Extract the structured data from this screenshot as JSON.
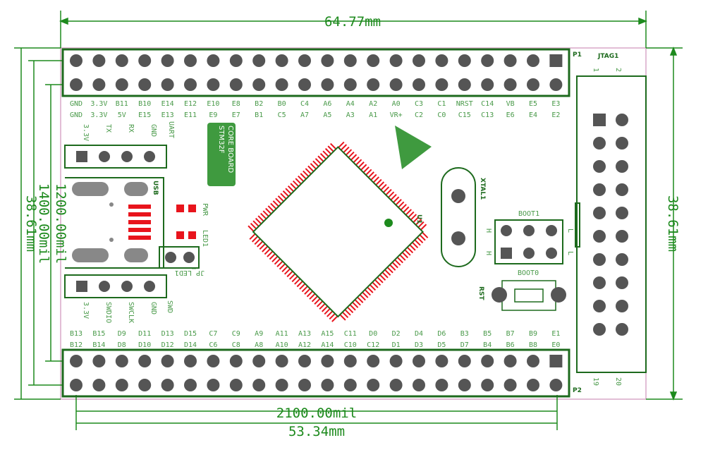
{
  "dimensions": {
    "width_mm": "64.77mm",
    "height_mm_right": "38.61mm",
    "left_mil_1": "1200.00mil",
    "left_mil_2": "1400.00mil",
    "left_mm": "38.61mm",
    "bottom_mil": "2100.00mil",
    "bottom_mm": "53.34mm"
  },
  "headers": {
    "p1": "P1",
    "p2": "P2",
    "top_row1": [
      "GND",
      "3.3V",
      "B11",
      "B10",
      "E14",
      "E12",
      "E10",
      "E8",
      "B2",
      "B0",
      "C4",
      "A6",
      "A4",
      "A2",
      "A0",
      "C3",
      "C1",
      "NRST",
      "C14",
      "VB",
      "E5",
      "E3"
    ],
    "top_row2": [
      "GND",
      "3.3V",
      "5V",
      "E15",
      "E13",
      "E11",
      "E9",
      "E7",
      "B1",
      "C5",
      "A7",
      "A5",
      "A3",
      "A1",
      "VR+",
      "C2",
      "C0",
      "C15",
      "C13",
      "E6",
      "E4",
      "E2"
    ],
    "bottom_row1": [
      "B13",
      "B15",
      "D9",
      "D11",
      "D13",
      "D15",
      "C7",
      "C9",
      "A9",
      "A11",
      "A13",
      "A15",
      "C11",
      "D0",
      "D2",
      "D4",
      "D6",
      "B3",
      "B5",
      "B7",
      "B9",
      "E1"
    ],
    "bottom_row2": [
      "B12",
      "B14",
      "D8",
      "D10",
      "D12",
      "D14",
      "C6",
      "C8",
      "A8",
      "A10",
      "A12",
      "A14",
      "C10",
      "C12",
      "D1",
      "D3",
      "D5",
      "D7",
      "B4",
      "B6",
      "B8",
      "E0"
    ]
  },
  "jtag": {
    "ref": "JTAG1",
    "pin1": "1",
    "pin2": "2",
    "pin19": "19",
    "pin20": "20"
  },
  "uart": {
    "ref": "UART",
    "pins": [
      "3.3V",
      "TX",
      "RX",
      "GND"
    ]
  },
  "swd": {
    "ref": "SWD",
    "pins": [
      "3.3V",
      "SWDIO",
      "SWCLK",
      "GND"
    ]
  },
  "components": {
    "board_title_1": "STM32F",
    "board_title_2": "CORE BOARD",
    "usb": "USB",
    "pwr": "PWR",
    "led1": "LED1",
    "jp_led1": "JP_LED1",
    "u1": "U1",
    "xtal1": "XTAL1",
    "boot1": "BOOT1",
    "boot0": "BOOT0",
    "rst": "RST",
    "h": "H",
    "l": "L"
  },
  "colors": {
    "outline": "#1d8a1d",
    "pad": "#e8141c",
    "pin": "#555555",
    "board_edge": "#d9a9c9"
  }
}
